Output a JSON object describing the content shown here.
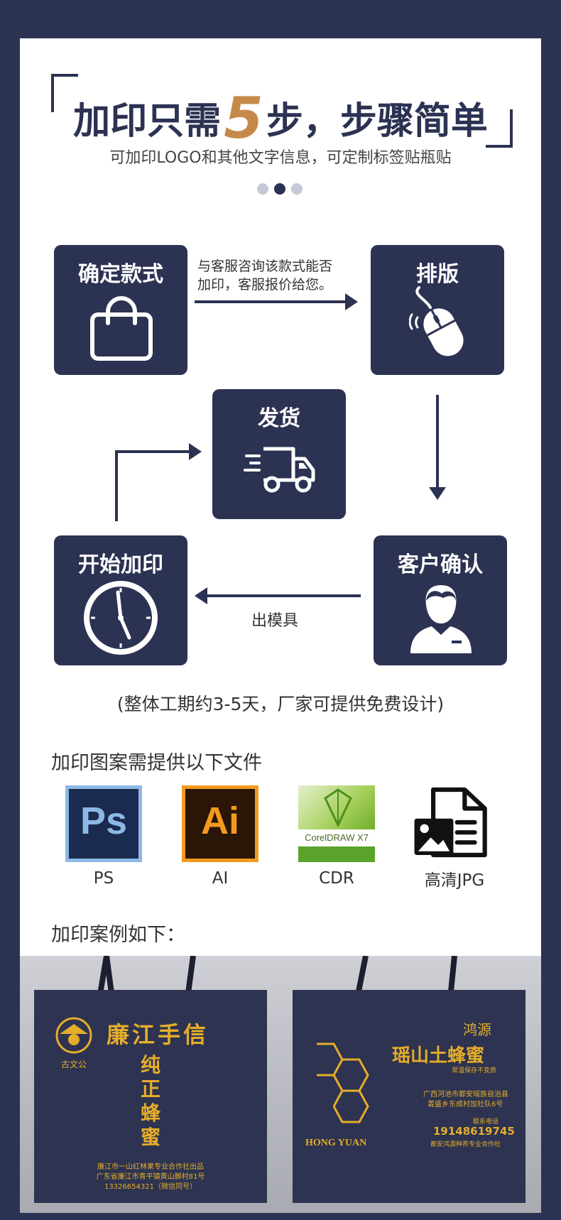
{
  "header": {
    "title_pre": "加印只需",
    "title_num": "5",
    "title_post": "步，步骤简单",
    "subtitle": "可加印LOGO和其他文字信息，可定制标签贴瓶贴"
  },
  "steps": {
    "s1": {
      "label": "确定款式",
      "icon": "shopping-bag-icon"
    },
    "s2": {
      "label": "排版",
      "icon": "mouse-icon"
    },
    "s3": {
      "label": "客户确认",
      "icon": "customer-icon"
    },
    "s4": {
      "label": "开始加印",
      "icon": "clock-icon"
    },
    "s5": {
      "label": "发货",
      "icon": "delivery-truck-icon"
    }
  },
  "notes": {
    "n1_line1": "与客服咨询该款式能否",
    "n1_line2": "加印，客服报价给您。",
    "n2": "出模具"
  },
  "duration_note": "(整体工期约3-5天，厂家可提供免费设计)",
  "files": {
    "heading": "加印图案需提供以下文件",
    "items": [
      {
        "glyph": "Ps",
        "caption": "PS"
      },
      {
        "glyph": "Ai",
        "caption": "AI"
      },
      {
        "glyph": "CorelDRAW X7",
        "caption": "CDR"
      },
      {
        "glyph": "",
        "caption": "高清JPG"
      }
    ]
  },
  "examples": {
    "heading": "加印案例如下："
  },
  "bag_left": {
    "brand": "古文公",
    "name": "廉江手信",
    "product_1": "纯",
    "product_2": "正",
    "product_3": "蜂",
    "product_4": "蜜",
    "footer_1": "廉江市一山红林果专业合作社出品",
    "footer_2": "广东省廉江市青平镇黄山脚村81号",
    "footer_3": "13326654321（微信同号）"
  },
  "bag_right": {
    "brand_cn": "鸿源",
    "name": "瑶山土蜂蜜",
    "tagline": "常温保存不变质",
    "addr_1": "广西河池市都安瑶族自治县",
    "addr_2": "菁盛乡东成村加社队6号",
    "contact_label": "联系电话",
    "phone": "19148619745",
    "coop": "都安鸿源种养专业合作社",
    "brand_en": "HONG YUAN"
  },
  "colors": {
    "navy": "#2c3252",
    "accent": "#c58a4a",
    "gold": "#e5ad2a"
  }
}
